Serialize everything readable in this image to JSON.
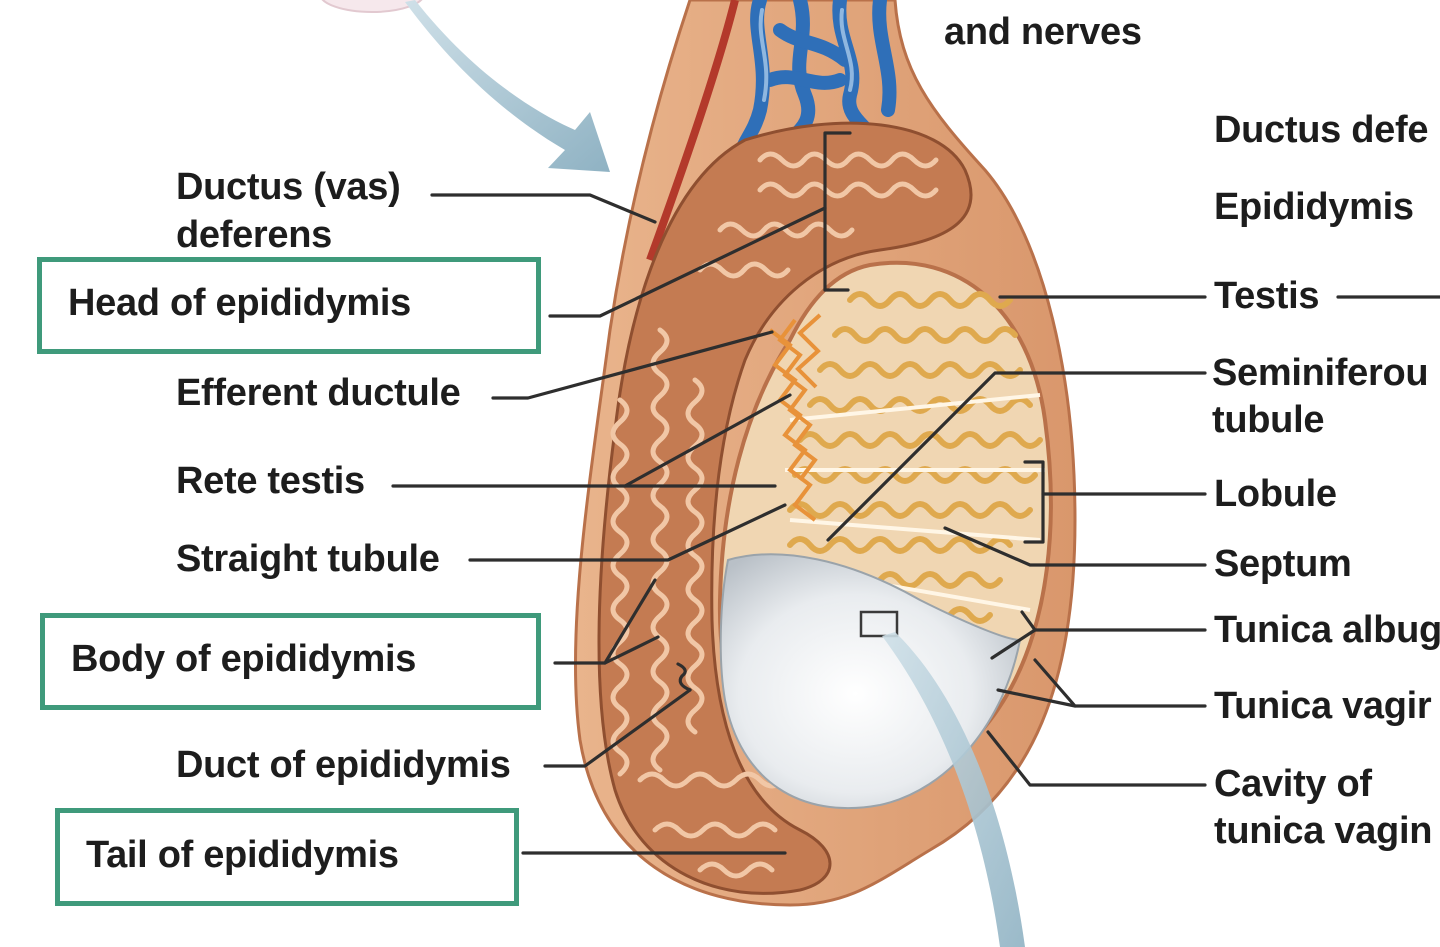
{
  "labels": {
    "and_nerves": "and nerves",
    "ductus_vas": "Ductus (vas)",
    "deferens": "deferens",
    "head_epididymis": "Head of epididymis",
    "efferent_ductule": "Efferent ductule",
    "rete_testis": "Rete testis",
    "straight_tubule": "Straight tubule",
    "body_epididymis": "Body of epididymis",
    "duct_epididymis": "Duct of epididymis",
    "tail_epididymis": "Tail of epididymis",
    "ductus_defe": "Ductus defe",
    "epididymis": "Epididymis",
    "testis": "Testis",
    "seminiferou": "Seminiferou",
    "tubule": "tubule",
    "lobule": "Lobule",
    "septum": "Septum",
    "tunica_albug": "Tunica albug",
    "tunica_vagir": "Tunica vagir",
    "cavity_of": "Cavity of",
    "tunica_vagin": "tunica vagin"
  },
  "colors": {
    "box_border": "#3f9a7b",
    "leader_line": "#2e2e2e",
    "epididymis_tissue": "#c47b52",
    "seminiferous": "#e8c27a",
    "vessels_blue": "#2f6fb8",
    "arrow": "#a9c6d3"
  }
}
